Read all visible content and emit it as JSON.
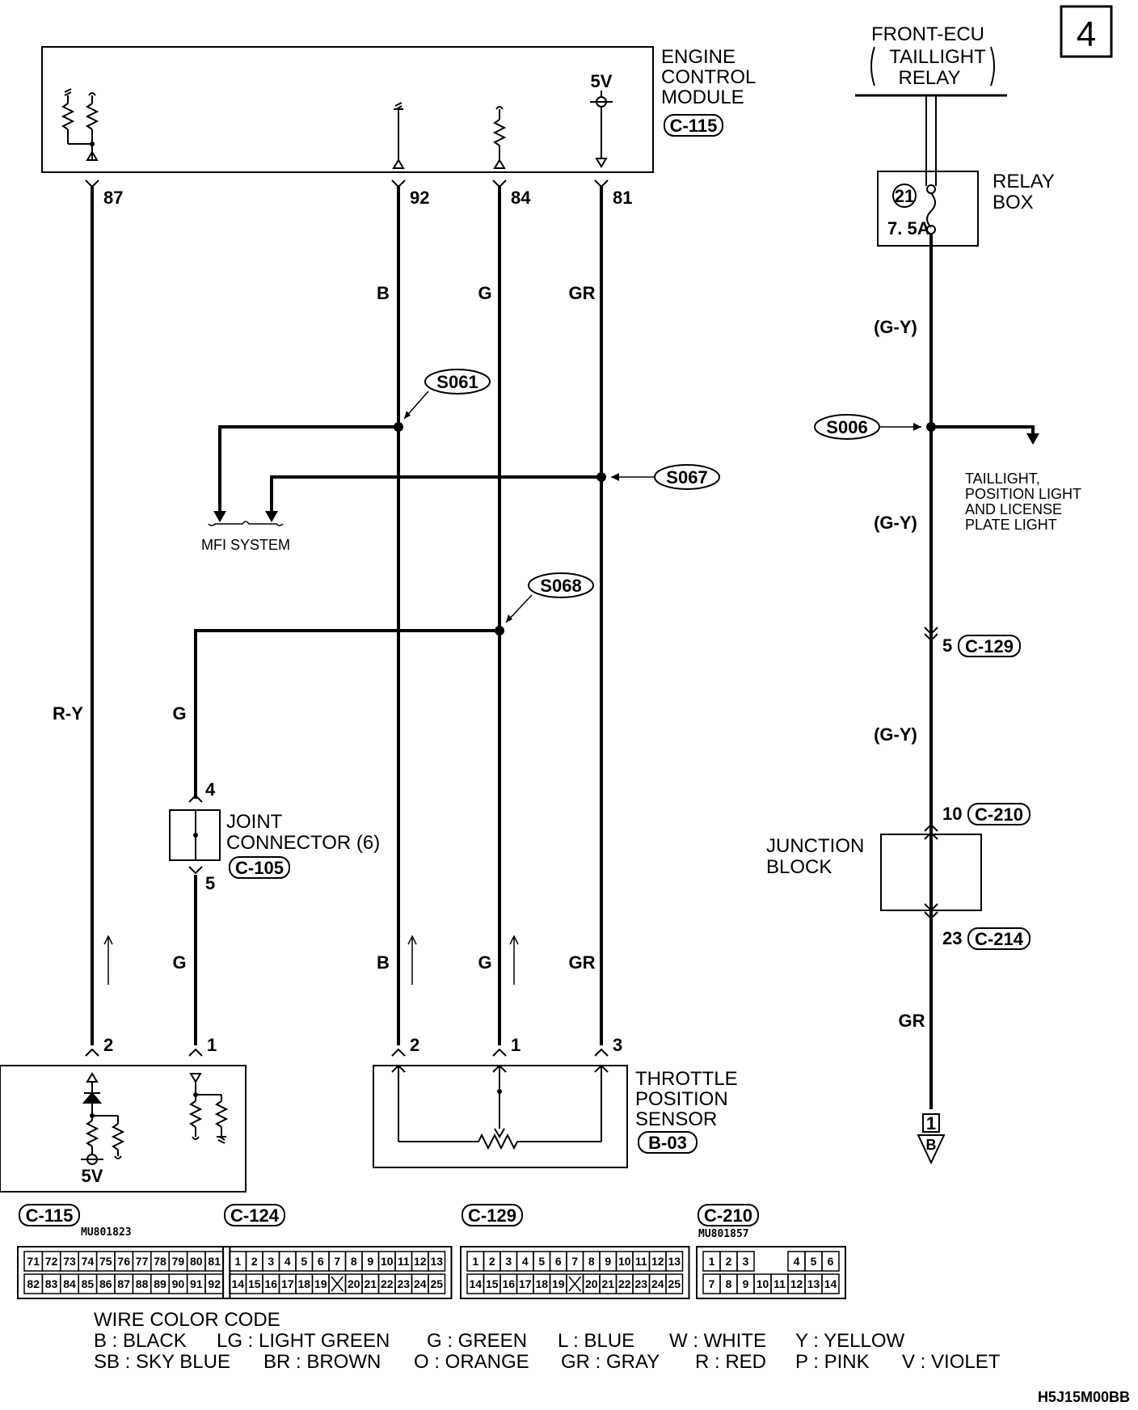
{
  "page_number": "4",
  "footer_code": "H5J15M00BB",
  "components": {
    "ecm": {
      "line1": "ENGINE",
      "line2": "CONTROL",
      "line3": "MODULE",
      "connector": "C-115",
      "supply": "5V"
    },
    "front_ecu": {
      "line1": "FRONT-ECU",
      "line2": "TAILLIGHT",
      "line3": "RELAY"
    },
    "relay_box": {
      "line1": "RELAY",
      "line2": "BOX",
      "fuse_number": "21",
      "fuse_rating": "7. 5A"
    },
    "joint_connector": {
      "line1": "JOINT",
      "line2": "CONNECTOR (6)",
      "connector": "C-105",
      "pin_top": "4",
      "pin_bottom": "5"
    },
    "throttle_sensor": {
      "line1": "THROTTLE",
      "line2": "POSITION",
      "line3": "SENSOR",
      "connector": "B-03"
    },
    "junction_block": {
      "line1": "JUNCTION",
      "line2": "BLOCK"
    },
    "mfi": {
      "label": "MFI SYSTEM"
    },
    "taillight_dest": {
      "line1": "TAILLIGHT,",
      "line2": "POSITION LIGHT",
      "line3": "AND LICENSE",
      "line4": "PLATE LIGHT"
    },
    "sensor_left": {
      "supply": "5V"
    }
  },
  "pins": {
    "ecm_87": "87",
    "ecm_92": "92",
    "ecm_84": "84",
    "ecm_81": "81",
    "left_sensor_2": "2",
    "left_sensor_1": "1",
    "tps_2": "2",
    "tps_1": "1",
    "tps_3": "3",
    "c129_pin": "5",
    "c129_conn": "C-129",
    "c210_pin": "10",
    "c210_conn": "C-210",
    "c214_pin": "23",
    "c214_conn": "C-214",
    "ground_terminal": "1",
    "ground_ref": "B"
  },
  "wires": {
    "ry": "R-Y",
    "b_upper": "B",
    "g_upper": "G",
    "gr_upper": "GR",
    "g_joint_upper": "G",
    "g_joint_lower": "G",
    "b_lower": "B",
    "g_lower": "G",
    "gr_lower": "GR",
    "gy1": "(G-Y)",
    "gy2": "(G-Y)",
    "gy3": "(G-Y)",
    "gr_right": "GR"
  },
  "splices": {
    "s061": "S061",
    "s067": "S067",
    "s068": "S068",
    "s006": "S006"
  },
  "connector_views": [
    {
      "id": "C-115",
      "part": "MU801823",
      "row1": [
        "71",
        "72",
        "73",
        "74",
        "75",
        "76",
        "77",
        "78",
        "79",
        "80",
        "81"
      ],
      "row2": [
        "82",
        "83",
        "84",
        "85",
        "86",
        "87",
        "88",
        "89",
        "90",
        "91",
        "92"
      ]
    },
    {
      "id": "C-124",
      "part": "",
      "row1": [
        "1",
        "2",
        "3",
        "4",
        "5",
        "6",
        "7",
        "8",
        "9",
        "10",
        "11",
        "12",
        "13"
      ],
      "row2": [
        "14",
        "15",
        "16",
        "17",
        "18",
        "19",
        "X",
        "20",
        "21",
        "22",
        "23",
        "24",
        "25"
      ]
    },
    {
      "id": "C-129",
      "part": "",
      "row1": [
        "1",
        "2",
        "3",
        "4",
        "5",
        "6",
        "7",
        "8",
        "9",
        "10",
        "11",
        "12",
        "13"
      ],
      "row2": [
        "14",
        "15",
        "16",
        "17",
        "18",
        "19",
        "X",
        "20",
        "21",
        "22",
        "23",
        "24",
        "25"
      ]
    },
    {
      "id": "C-210",
      "part": "MU801857",
      "row1": [
        "1",
        "2",
        "3",
        "",
        "",
        "4",
        "5",
        "6"
      ],
      "row2": [
        "7",
        "8",
        "9",
        "10",
        "11",
        "12",
        "13",
        "14"
      ]
    }
  ],
  "wire_color_code": {
    "title": "WIRE COLOR CODE",
    "row1": [
      "B : BLACK",
      "LG : LIGHT GREEN",
      "G : GREEN",
      "L : BLUE",
      "W : WHITE",
      "Y : YELLOW"
    ],
    "row2": [
      "SB : SKY BLUE",
      "BR : BROWN",
      "O : ORANGE",
      "GR : GRAY",
      "R : RED",
      "P : PINK",
      "V : VIOLET"
    ]
  }
}
